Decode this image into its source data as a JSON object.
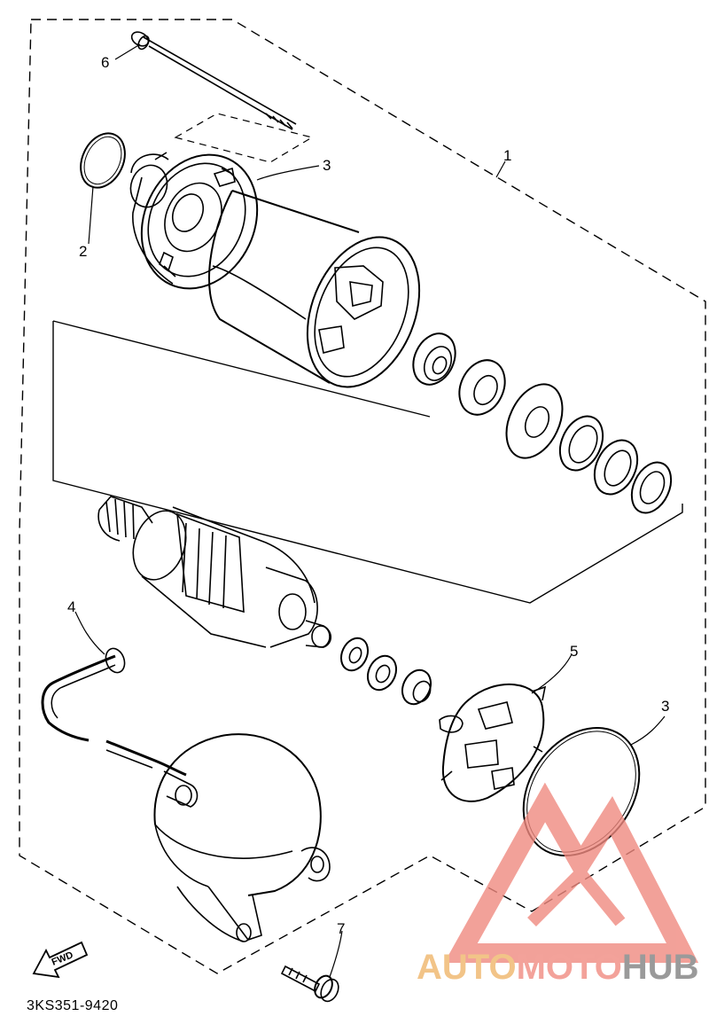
{
  "diagram": {
    "part_number": "3KS351-9420",
    "fwd_label": "FWD",
    "callouts": {
      "c1": "1",
      "c2": "2",
      "c3a": "3",
      "c3b": "3",
      "c4": "4",
      "c5": "5",
      "c6": "6",
      "c7": "7"
    }
  },
  "watermark": {
    "part1": "AUTO",
    "part2": "MOTO",
    "part3": "HUB",
    "colors": {
      "auto": "#f2c488",
      "moto": "#f3a29a",
      "hub": "#9a9a9a",
      "logo": "#f08a80"
    }
  }
}
